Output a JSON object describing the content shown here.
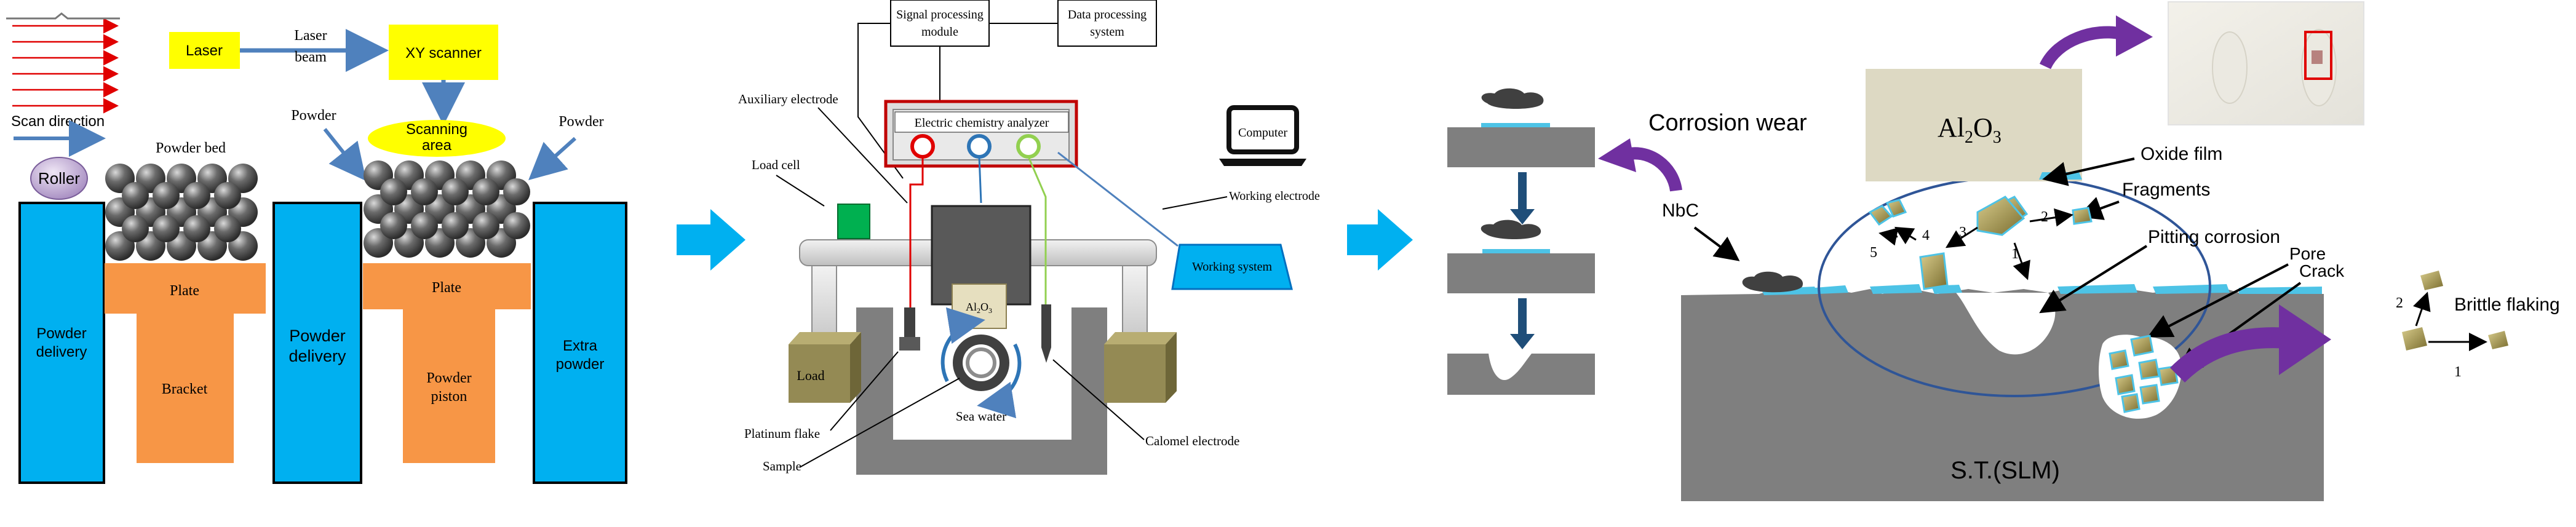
{
  "slm": {
    "scan_direction": "Scan direction",
    "laser": "Laser",
    "laser_beam_1": "Laser",
    "laser_beam_2": "beam",
    "xy_scanner": "XY scanner",
    "powder_1": "Powder",
    "powder_2": "Powder",
    "scanning_area_1": "Scanning",
    "scanning_area_2": "area",
    "powder_bed": "Powder bed",
    "roller": "Roller",
    "powder_delivery_left_1": "Powder",
    "powder_delivery_left_2": "delivery",
    "plate_left": "Plate",
    "bracket": "Bracket",
    "powder_delivery_mid_1": "Powder",
    "powder_delivery_mid_2": "delivery",
    "plate_mid": "Plate",
    "powder_piston_1": "Powder",
    "powder_piston_2": "piston",
    "extra_powder_1": "Extra",
    "extra_powder_2": "powder"
  },
  "setup": {
    "signal_processing_1": "Signal processing",
    "signal_processing_2": "module",
    "data_processing_1": "Data processing",
    "data_processing_2": "system",
    "auxiliary_electrode": "Auxiliary electrode",
    "analyzer": "Electric chemistry analyzer",
    "computer": "Computer",
    "load_cell": "Load cell",
    "working_electrode": "Working electrode",
    "working_system": "Working system",
    "al2o3_main": "Al",
    "al2o3_sub": "2",
    "al2o3_end": "O",
    "al2o3_sub2": "3",
    "load": "Load",
    "platinum_flake": "Platinum flake",
    "sea_water": "Sea water",
    "calomel_electrode": "Calomel electrode",
    "sample": "Sample"
  },
  "mechanism": {
    "corrosion_wear": "Corrosion wear",
    "al2o3_main": "Al",
    "al2o3_sub": "2",
    "al2o3_end": "O",
    "al2o3_sub2": "3",
    "oxide_film": "Oxide film",
    "fragments": "Fragments",
    "nbc": "NbC",
    "pitting_corrosion": "Pitting corrosion",
    "pore": "Pore",
    "crack": "Crack",
    "brittle_flaking": "Brittle flaking",
    "substrate": "S.T.(SLM)",
    "n1": "1",
    "n2": "2",
    "n3": "3",
    "n4": "4",
    "n5": "5",
    "flake_1": "1",
    "flake_2": "2"
  },
  "colors": {
    "blue_panel": "#00b0f0",
    "orange": "#f79646",
    "yellow": "#ffff00",
    "purple_arrow": "#7030a0",
    "gray_substrate": "#7f7f7f",
    "cyan_film": "#4dc3e6",
    "arrow_blue": "#1f4e79"
  }
}
